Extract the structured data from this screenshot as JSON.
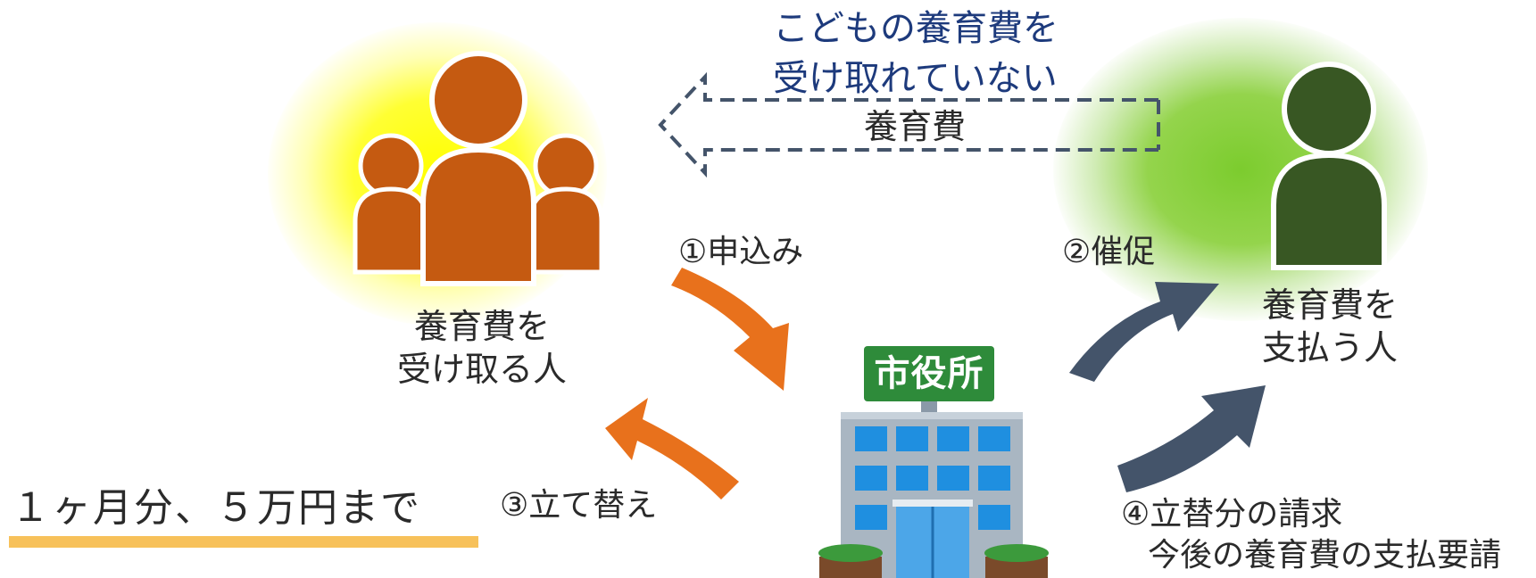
{
  "top_note": {
    "line1": "こどもの養育費を",
    "line2": "受け取れていない"
  },
  "dashed_arrow_label": "養育費",
  "receiver": {
    "line1": "養育費を",
    "line2": "受け取る人",
    "glow_color": "#ffff00",
    "figure_color": "#c55a11"
  },
  "payer": {
    "line1": "養育費を",
    "line2": "支払う人",
    "glow_color": "#8fcf3f",
    "figure_color": "#385723"
  },
  "city_hall": {
    "sign": "市役所",
    "sign_color": "#2e8b3a",
    "building_color": "#a9b6c2",
    "window_color": "#1f8fe0"
  },
  "steps": {
    "step1": "①申込み",
    "step2": "②催促",
    "step3": "③立て替え",
    "step4_line1": "④立替分の請求",
    "step4_line2": "今後の養育費の支払要請"
  },
  "arrow_colors": {
    "orange": "#e8711c",
    "navy": "#44546a",
    "dashed": "#44546a"
  },
  "limit_note": {
    "text": "１ヶ月分、５万円まで",
    "underline_color": "#f7c15a"
  }
}
